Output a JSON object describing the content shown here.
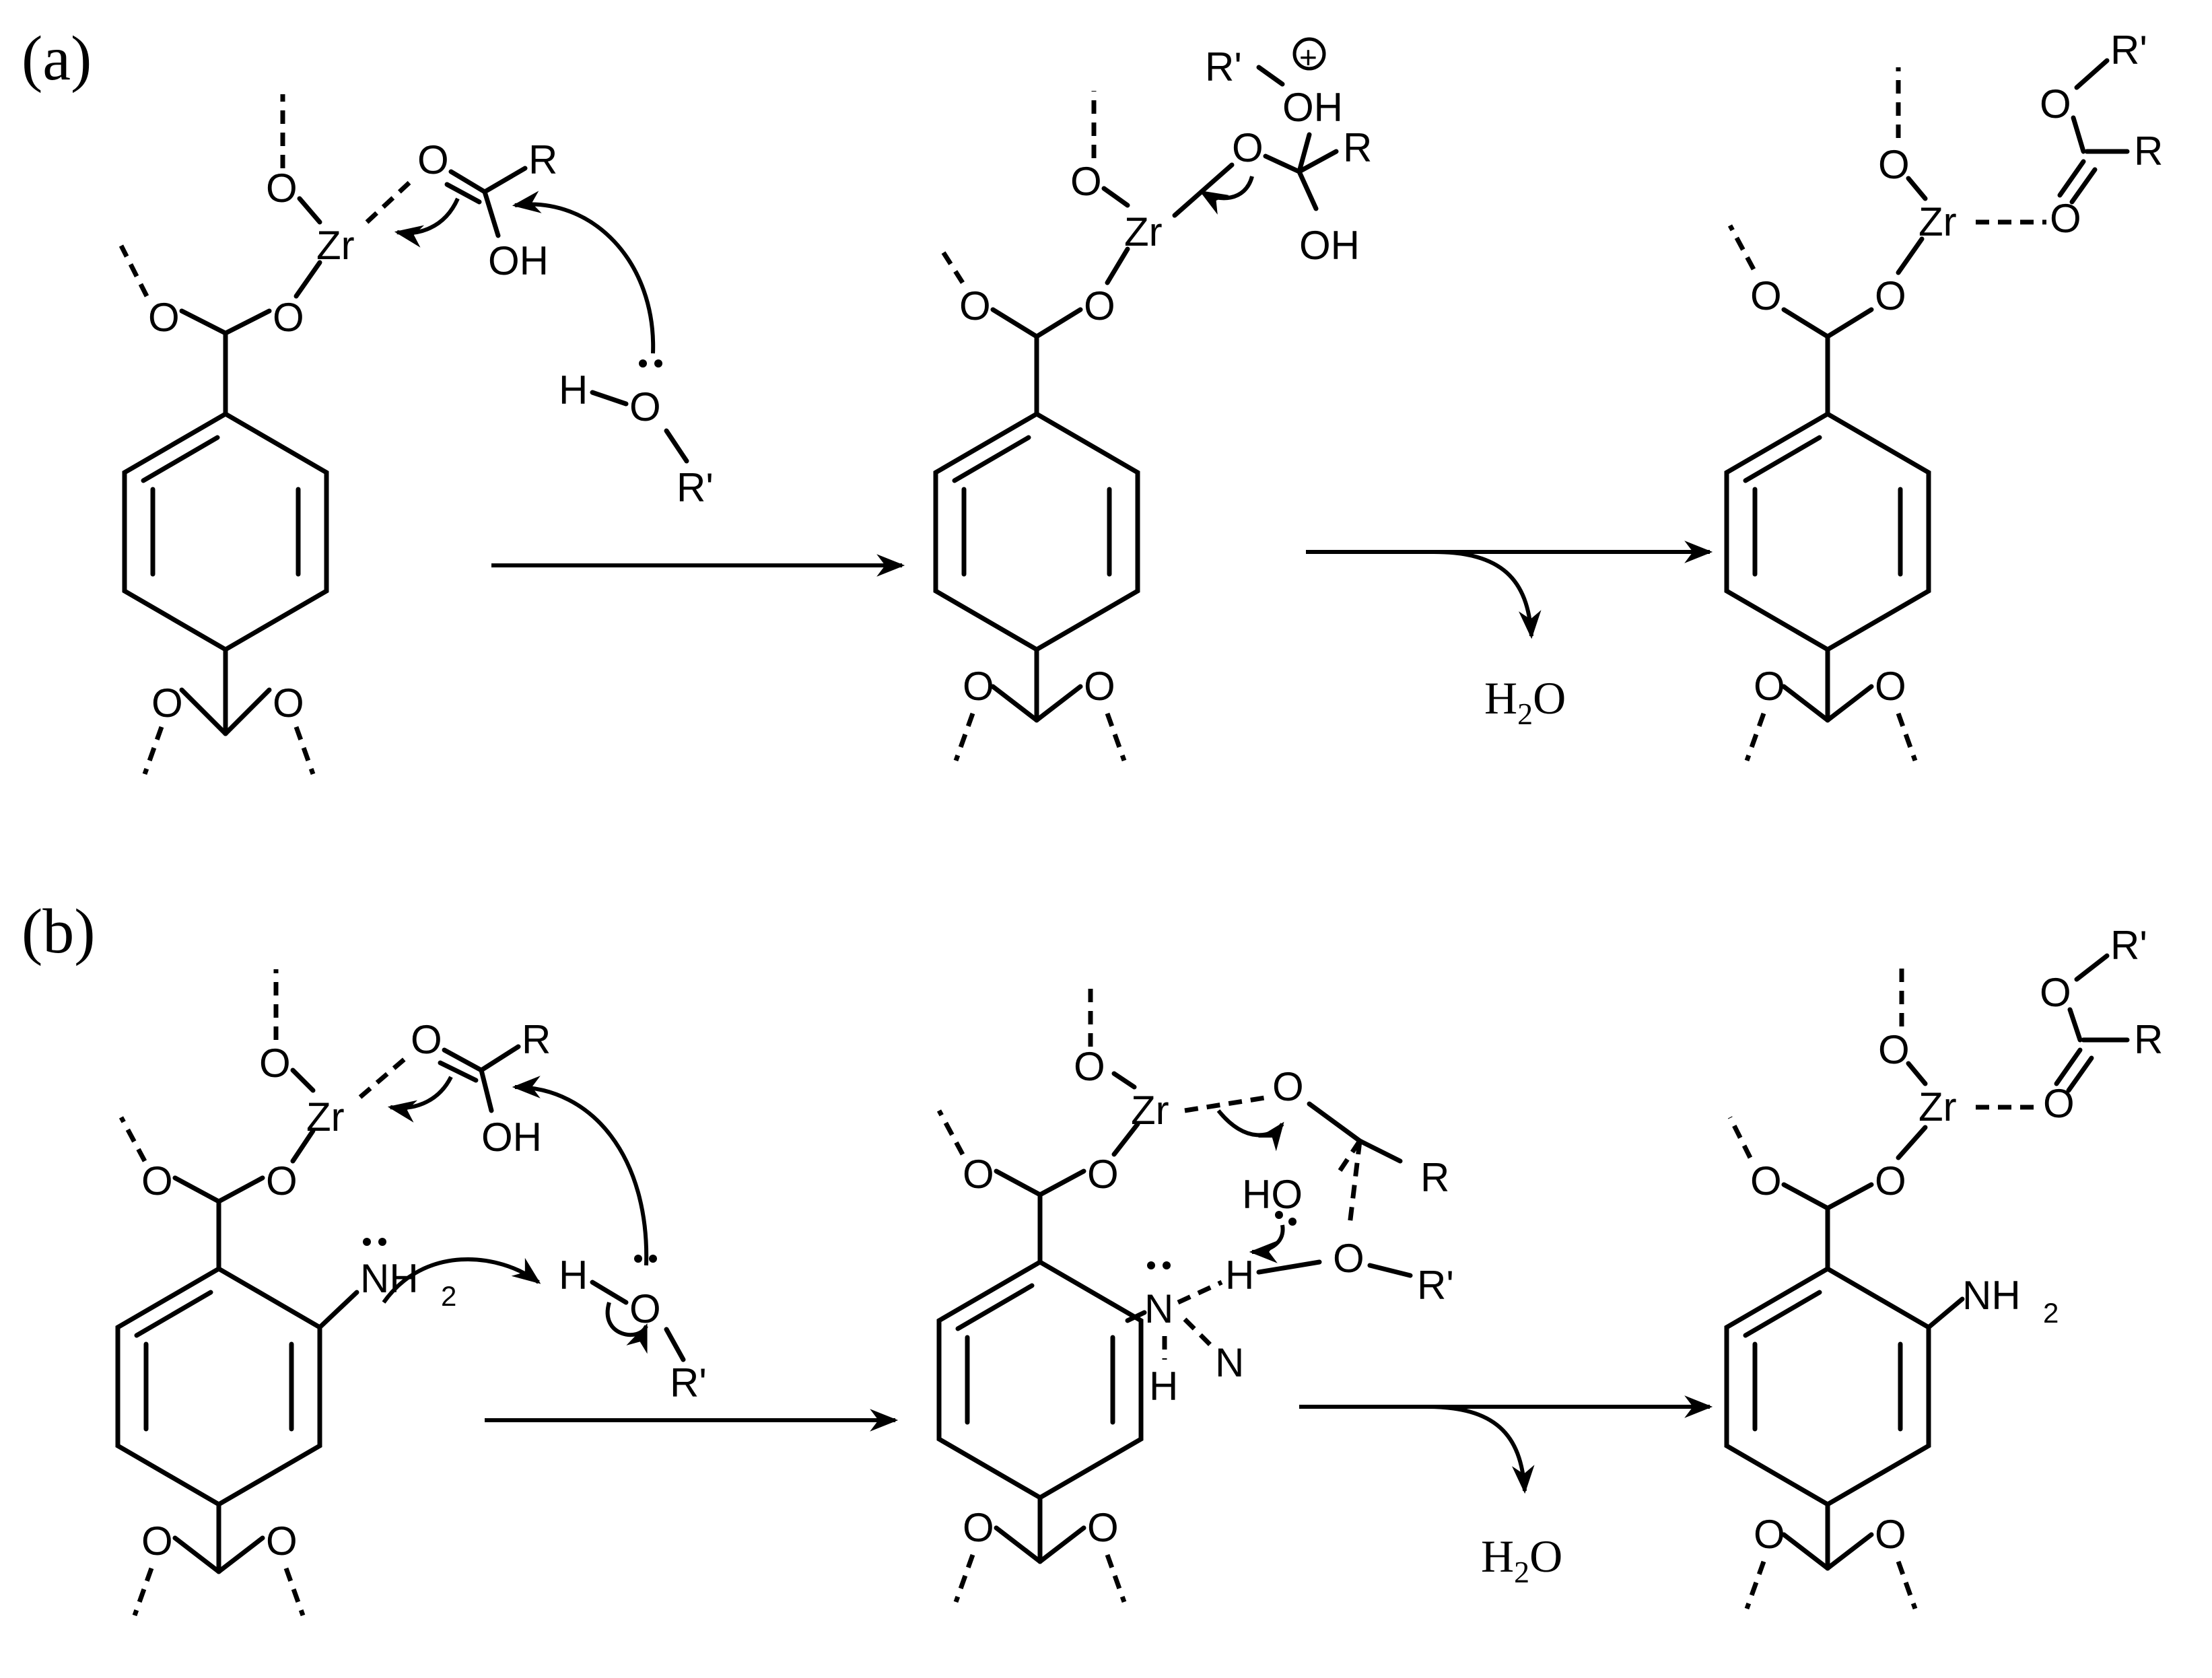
{
  "panels": {
    "a": {
      "label": "(a)",
      "byproduct": "H",
      "byproduct_sub": "2",
      "byproduct_end": "O"
    },
    "b": {
      "label": "(b)",
      "byproduct": "H",
      "byproduct_sub": "2",
      "byproduct_end": "O"
    }
  },
  "atoms": {
    "O": "O",
    "Zr": "Zr",
    "R": "R",
    "OH": "OH",
    "HO": "HO",
    "H": "H",
    "R_prime": "R'",
    "N": "N",
    "NH": "NH",
    "NH2_sub": "2",
    "plus": "+"
  }
}
